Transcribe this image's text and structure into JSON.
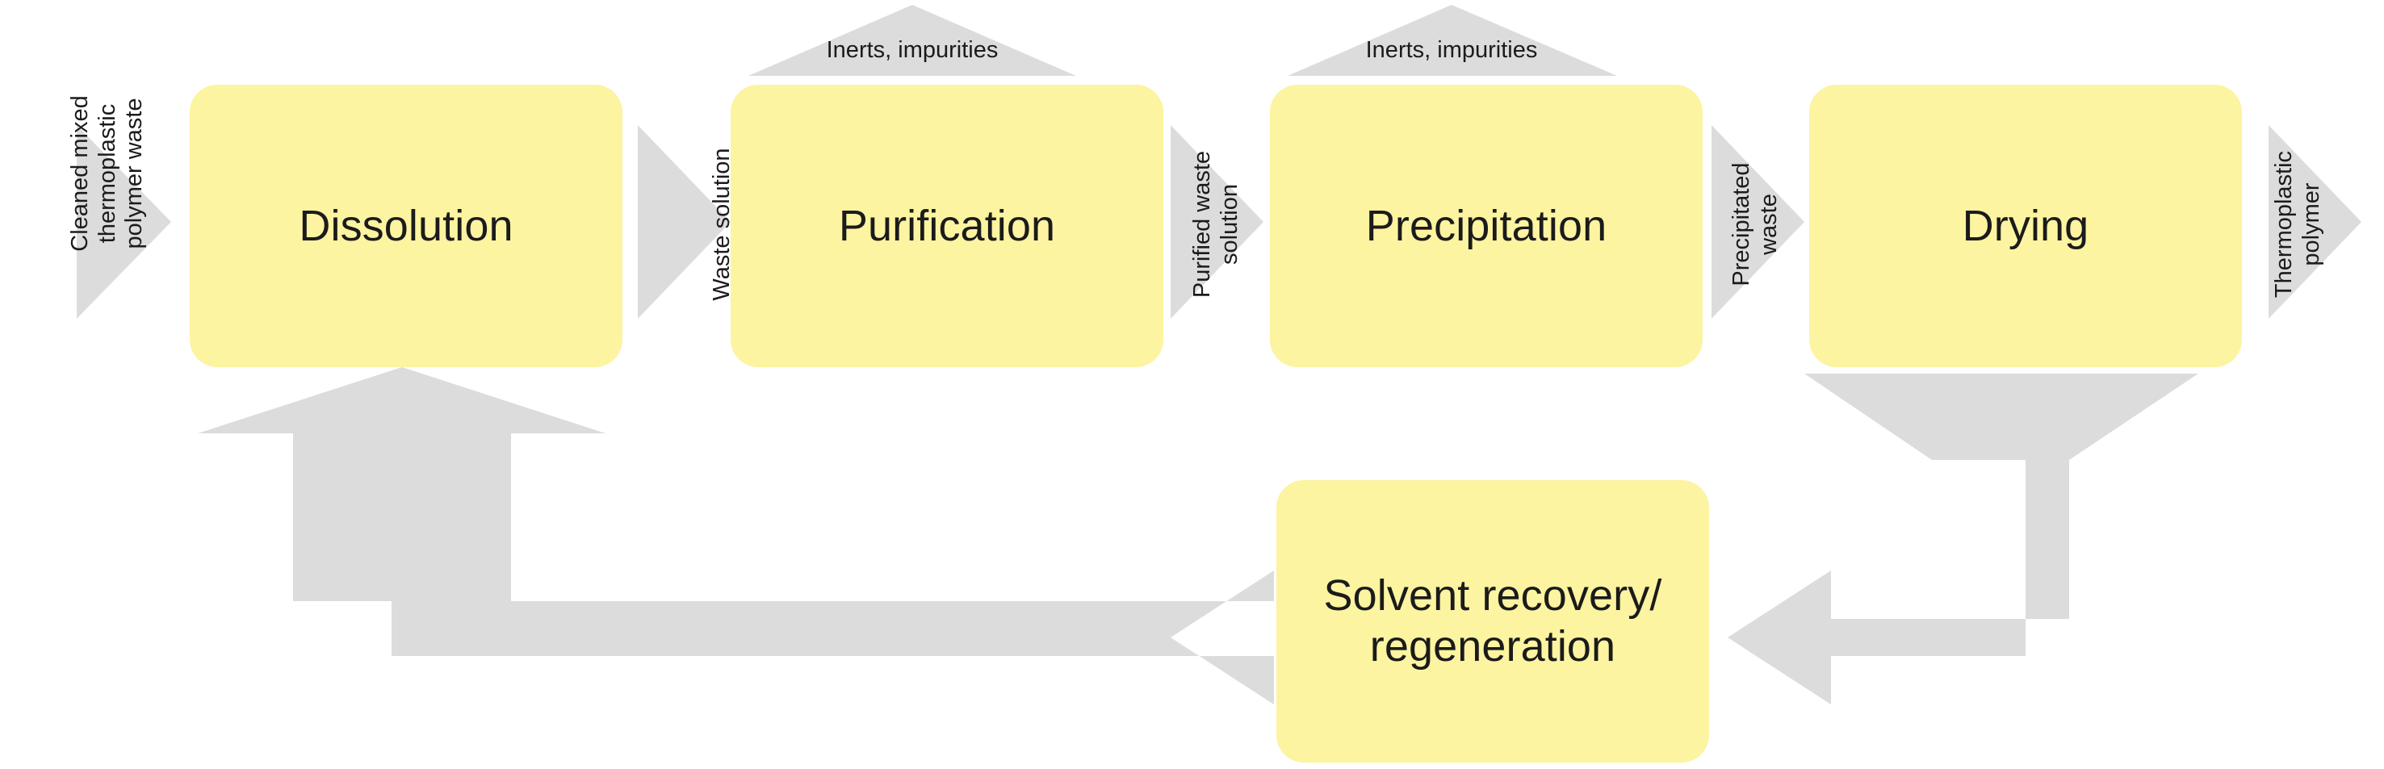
{
  "diagram": {
    "title": "Solvent-based polymer recycling process flow",
    "colors": {
      "box_fill": "#FCF4A0",
      "arrow_fill": "#DCDCDC",
      "text": "#1b1b1b",
      "background": "#ffffff"
    }
  },
  "processes": [
    {
      "id": "dissolution",
      "label": "Dissolution"
    },
    {
      "id": "purification",
      "label": "Purification"
    },
    {
      "id": "precipitation",
      "label": "Precipitation"
    },
    {
      "id": "drying",
      "label": "Drying"
    },
    {
      "id": "solvent",
      "label": "Solvent recovery/\nregeneration"
    }
  ],
  "flows": {
    "feed_in": "Cleaned mixed\nthermoplastic\npolymer waste",
    "waste_solution": "Waste solution",
    "purified_solution": "Purified waste\nsolution",
    "precipitated_waste": "Precipitated\nwaste",
    "product_out": "Thermoplastic\npolymer",
    "inerts_purification": "Inerts, impurities",
    "inerts_precipitation": "Inerts, impurities"
  }
}
